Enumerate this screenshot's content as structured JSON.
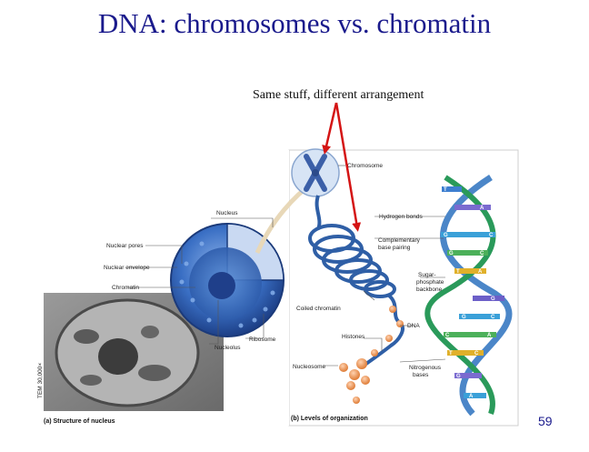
{
  "slide": {
    "title": "DNA: chromosomes vs. chromatin",
    "subtitle": "Same stuff, different  arrangement",
    "slide_number": "59",
    "accent_color": "#1a1a8c",
    "arrow_color": "#d41414"
  },
  "figure": {
    "labels": {
      "chromosome": "Chromosome",
      "nucleus": "Nucleus",
      "nuclear_pores": "Nuclear pores",
      "nuclear_envelope": "Nuclear envelope",
      "chromatin": "Chromatin",
      "nucleolus": "Nucleolus",
      "ribosome": "Ribosome",
      "coiled_chromatin": "Coiled chromatin",
      "histones": "Histones",
      "nucleosome": "Nucleosome",
      "dna": "DNA",
      "hydrogen_bonds": "Hydrogen bonds",
      "complementary_base_pairing": [
        "Complementary",
        "base pairing"
      ],
      "sugar_phosphate_backbone": [
        "Sugar-",
        "phosphate",
        "backbone"
      ],
      "nitrogenous_bases": [
        "Nitrogenous",
        "bases"
      ]
    },
    "caption_a": "(a) Structure of nucleus",
    "caption_b": "(b) Levels of organization",
    "micrograph_label": "TEM 30,000×",
    "bases": [
      "T",
      "A",
      "G",
      "C",
      "G",
      "C",
      "T",
      "A",
      "G",
      "G",
      "C",
      "C",
      "A",
      "T",
      "C",
      "G",
      "A"
    ]
  }
}
